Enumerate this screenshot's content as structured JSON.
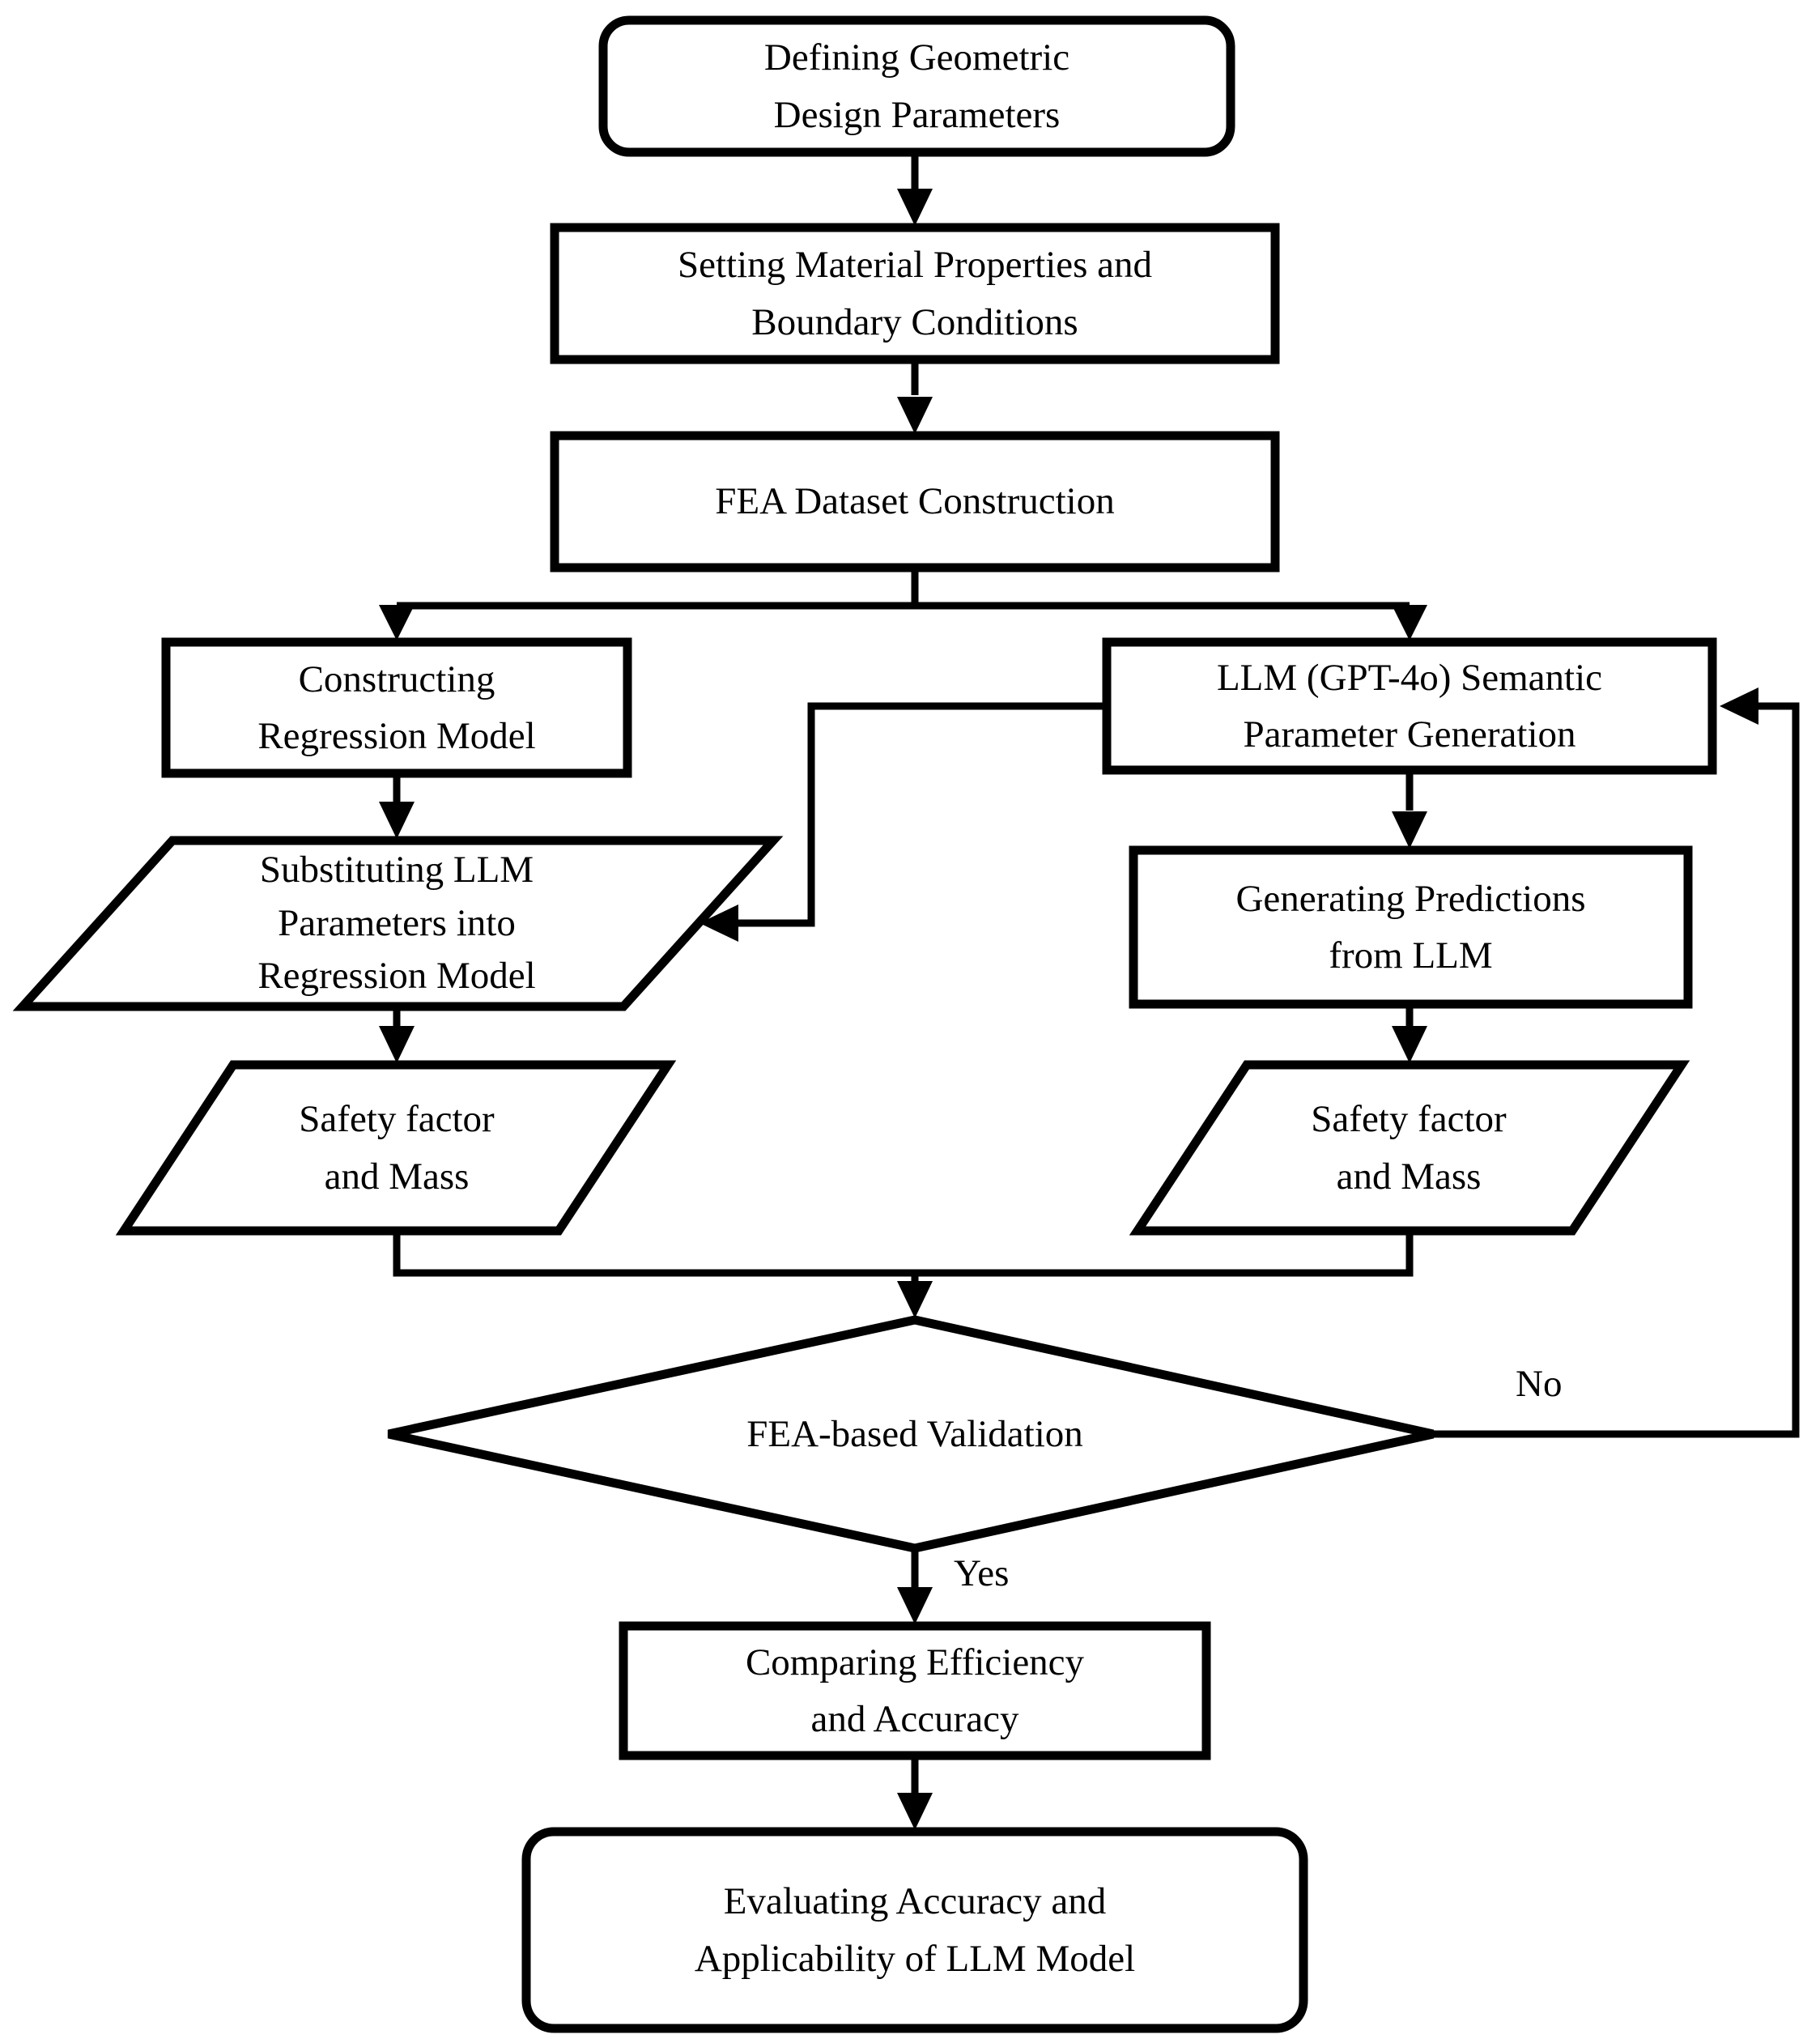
{
  "diagram": {
    "title": "LLM-assisted FEA design workflow flowchart",
    "colors": {
      "stroke": "#000000",
      "fill": "#ffffff",
      "background": "#ffffff"
    },
    "nodes": {
      "start": {
        "shape": "rounded-rectangle",
        "label": "Defining Geometric\nDesign Parameters"
      },
      "setup": {
        "shape": "rectangle",
        "label": "Setting Material Properties and\nBoundary Conditions"
      },
      "fea_dataset": {
        "shape": "rectangle",
        "label": "FEA Dataset Construction"
      },
      "regression": {
        "shape": "rectangle",
        "label": "Constructing\nRegression Model"
      },
      "llm_generation": {
        "shape": "rectangle",
        "label": "LLM (GPT-4o) Semantic\nParameter Generation"
      },
      "substitute": {
        "shape": "parallelogram",
        "label": "Substituting LLM\nParameters into\nRegression Model"
      },
      "llm_predictions": {
        "shape": "rectangle",
        "label": "Generating Predictions\nfrom LLM"
      },
      "safety_left": {
        "shape": "parallelogram",
        "label": "Safety factor\nand Mass"
      },
      "safety_right": {
        "shape": "parallelogram",
        "label": "Safety factor\nand Mass"
      },
      "validation": {
        "shape": "diamond",
        "label": "FEA-based Validation"
      },
      "comparing": {
        "shape": "rectangle",
        "label": "Comparing Efficiency\nand Accuracy"
      },
      "evaluating": {
        "shape": "rounded-rectangle",
        "label": "Evaluating Accuracy and\nApplicability of LLM Model"
      }
    },
    "edge_labels": {
      "yes": "Yes",
      "no": "No"
    }
  }
}
